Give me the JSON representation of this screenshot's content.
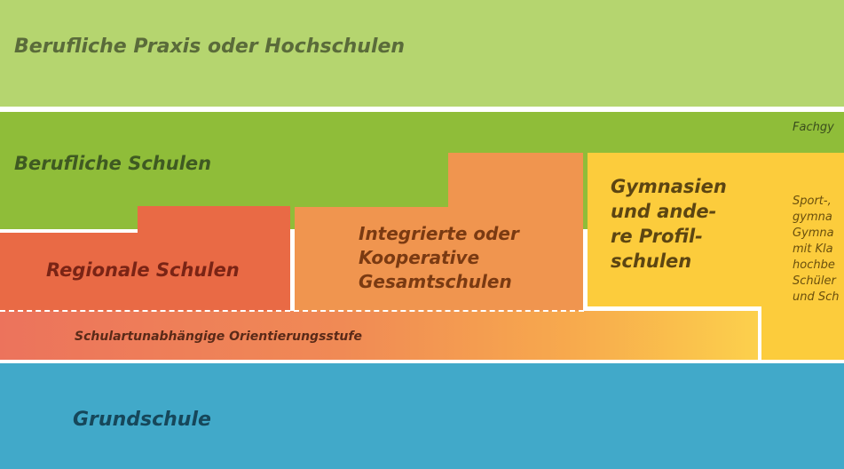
{
  "bands": {
    "praxis": "Berufliche Praxis oder Hochschulen",
    "berufliche_schulen": "Berufliche Schulen",
    "fachgymnasium_fragment": "Fachgy",
    "grundschule": "Grundschule"
  },
  "schools": {
    "regional": "Regionale Schulen",
    "integriert": [
      "Integrierte oder",
      "Kooperative",
      "Gesamtschulen"
    ],
    "gymnasien": [
      "Gymnasien",
      "und ande-",
      "re Profil-",
      "schulen"
    ],
    "sport_fragment": [
      "Sport-,",
      "gymna",
      "Gymna",
      "mit Kla",
      "hochbe",
      "Schüler",
      "und Sch"
    ]
  },
  "orientation": "Schulartunabhängige Orientierungsstufe",
  "colors": {
    "praxis": "#b5d56f",
    "berufliche": "#8fbd39",
    "regional": "#e96a45",
    "integriert": "#f0954f",
    "gymnasien": "#fccc3c",
    "grundschule": "#41a9c9"
  }
}
